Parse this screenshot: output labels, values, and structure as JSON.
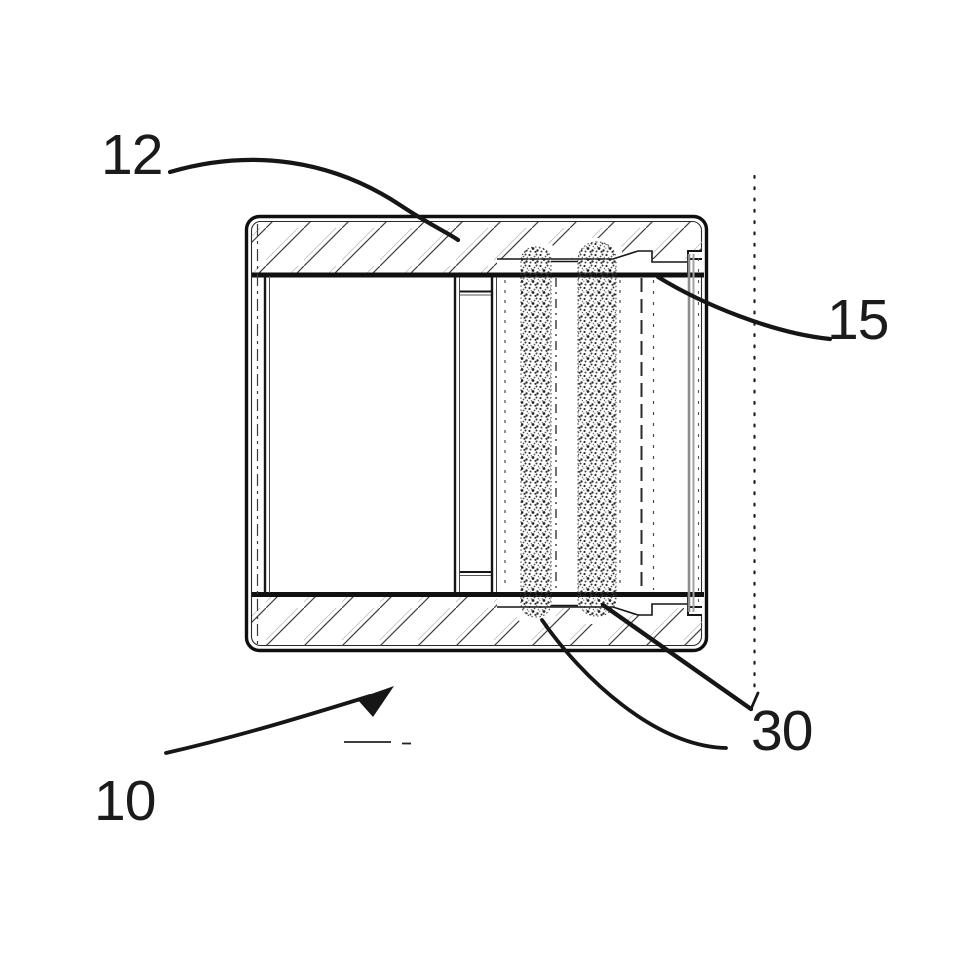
{
  "figure": {
    "background_color": "#ffffff",
    "line_color": "#161616",
    "hatch_color": "#3d3d3d",
    "stipple_color": "#2e2e2e",
    "sleeve_gray": "#8d8d8d",
    "labels": {
      "body": "12",
      "sleeve": "15",
      "seals": "30",
      "assembly": "10"
    }
  }
}
